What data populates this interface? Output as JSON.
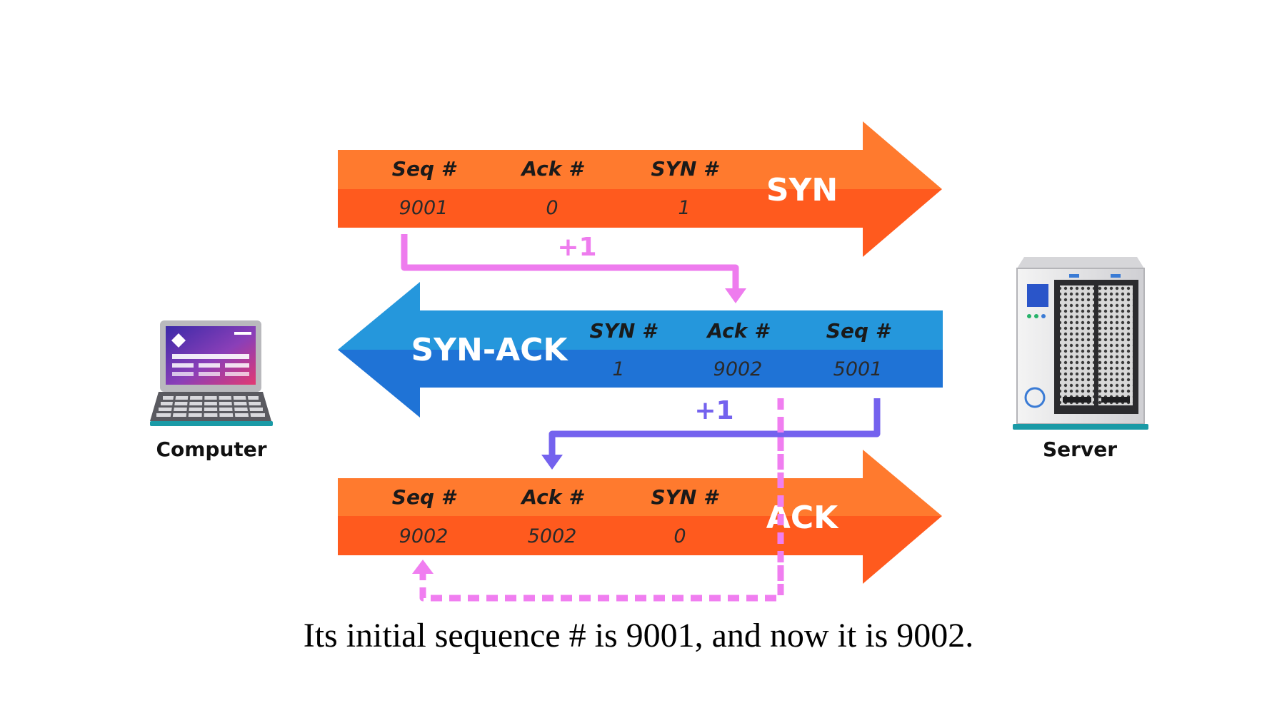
{
  "colors": {
    "syn_top": "#ff7a2e",
    "syn_bottom": "#ff5a1e",
    "synack_top": "#2597dc",
    "synack_bottom": "#1f73d6",
    "plus_pink": "#ee7cee",
    "plus_violet": "#7462ee",
    "dashed_pink": "#f07ef0"
  },
  "syn": {
    "label": "SYN",
    "headers": [
      "Seq #",
      "Ack #",
      "SYN #"
    ],
    "values": [
      "9001",
      "0",
      "1"
    ]
  },
  "synack": {
    "label": "SYN-ACK",
    "headers": [
      "SYN #",
      "Ack #",
      "Seq #"
    ],
    "values": [
      "1",
      "9002",
      "5001"
    ]
  },
  "ack": {
    "label": "ACK",
    "headers": [
      "Seq #",
      "Ack #",
      "SYN #"
    ],
    "values": [
      "9002",
      "5002",
      "0"
    ]
  },
  "increments": {
    "first": "+1",
    "second": "+1"
  },
  "devices": {
    "computer": "Computer",
    "server": "Server"
  },
  "caption": "Its initial sequence # is 9001, and now it is 9002."
}
